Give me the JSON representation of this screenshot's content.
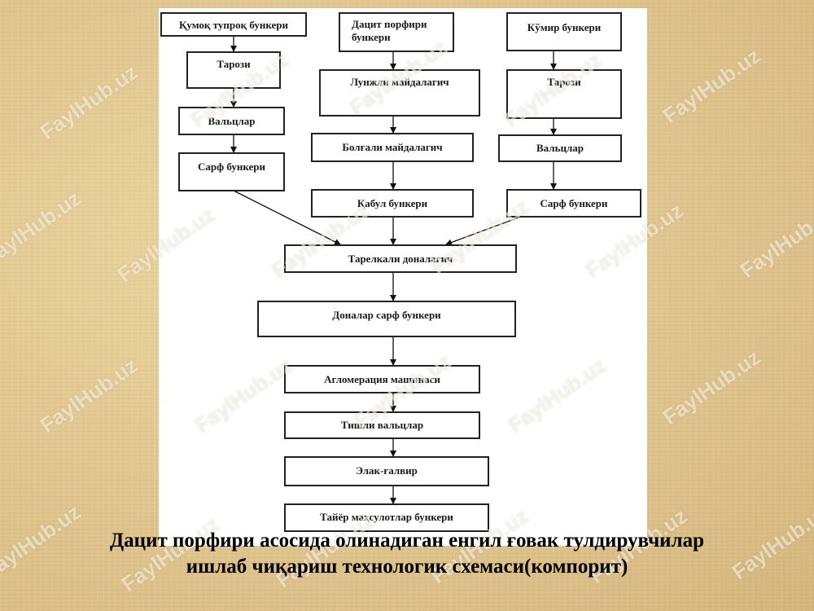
{
  "diagram": {
    "boxes": {
      "b1": "Қумоқ тупроқ бункери",
      "b2": "Тарози",
      "b3": "Вальцлар",
      "b4": "Сарф бункери",
      "c1": "Дацит порфири бункери",
      "c2": "Лунжли майдалагич",
      "c3": "Болғали майдалагич",
      "c4": "Қабул бункери",
      "d1": "Кўмир бункери",
      "d2": "Тарози",
      "d3": "Вальцлар",
      "d4": "Сарф бункери",
      "e1": "Тарелкали доналагич",
      "e2": "Доналар сарф бункери",
      "e3": "Агломерация машинаси",
      "e4": "Тишли вальцлар",
      "e5": "Элак-ғалвир",
      "e6": "Тайёр маҳсулотлар бункери"
    }
  },
  "caption": {
    "line1": "Дацит порфири асосида олинадиган енгил ғовак тулдирувчилар",
    "line2": "ишлаб чиқариш  технологик схемаси(компорит)"
  },
  "watermark": "FaylHub.uz"
}
